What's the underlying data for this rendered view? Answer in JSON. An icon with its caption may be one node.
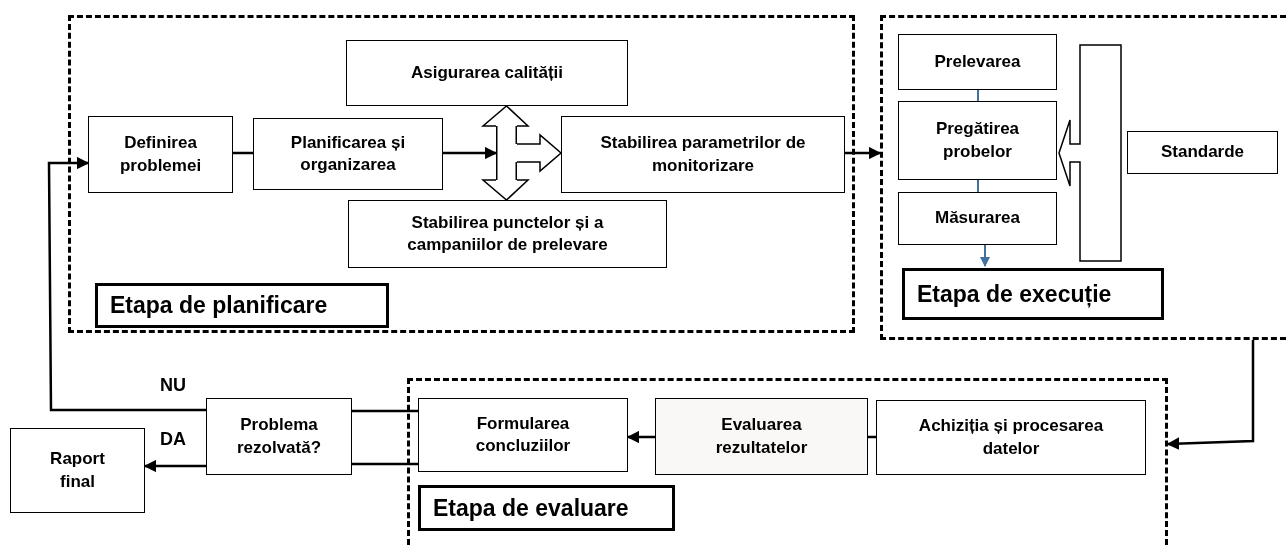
{
  "diagram": {
    "nodes": [
      {
        "text": [
          "Etapa de planificare"
        ]
      },
      {
        "text": [
          "Definirea problemei"
        ],
        "in": 0
      },
      {
        "text": [
          "Planificarea și organizarea"
        ],
        "in": 0
      },
      {
        "text": [
          "Asigurarea calității"
        ],
        "in": 0
      },
      {
        "text": [],
        "shape": "arrow",
        "in": 0
      },
      {
        "text": [
          "Stabilirea parametrilor de monitorizare"
        ],
        "in": 0
      },
      {
        "text": [
          "Stabilirea punctelor și a campaniilor de prelevare"
        ],
        "in": 0
      },
      {
        "text": [
          "Etapa de execuție"
        ]
      },
      {
        "text": [
          "Prelevarea"
        ],
        "in": 7
      },
      {
        "text": [
          "Pregătirea probelor"
        ],
        "in": 7
      },
      {
        "text": [
          "Măsurarea"
        ],
        "in": 7
      },
      {
        "text": [],
        "shape": "arrow",
        "in": 7
      },
      {
        "text": [
          "Standarde"
        ],
        "in": 7
      },
      {
        "text": [
          "Etapa de evaluare"
        ]
      },
      {
        "text": [
          "Formularea concluziilor"
        ],
        "in": 13
      },
      {
        "text": [
          "Evaluarea rezultatelor"
        ],
        "in": 13
      },
      {
        "text": [
          "Achiziția și procesarea datelor"
        ],
        "in": 13
      },
      {
        "text": [
          "Problema rezolvată?"
        ]
      },
      {
        "text": [
          "Raport final"
        ]
      }
    ],
    "edges": [
      {
        "from": 1,
        "to": 2,
        "arrow": "none"
      },
      {
        "from": 2,
        "to": 4,
        "arrow": "to"
      },
      {
        "from": 5,
        "to": 7,
        "arrow": "to"
      },
      {
        "from": 8,
        "to": 9,
        "arrow": "none",
        "color": "#41719c"
      },
      {
        "from": 9,
        "to": 10,
        "arrow": "none",
        "color": "#41719c"
      },
      {
        "from": 10,
        "to": null,
        "arrow": "to",
        "color": "#41719c"
      },
      {
        "from": 7,
        "to": 13,
        "arrow": "to"
      },
      {
        "from": 16,
        "to": 15,
        "arrow": "none"
      },
      {
        "from": 15,
        "to": 14,
        "arrow": "to"
      },
      {
        "from": 14,
        "to": 17,
        "arrow": "none"
      },
      {
        "from": 14,
        "to": 17,
        "arrow": "none"
      },
      {
        "from": 17,
        "to": 18,
        "label": "DA",
        "arrow": "to"
      },
      {
        "from": 17,
        "to": 1,
        "label": "NU",
        "arrow": "to"
      },
      {
        "from": 4,
        "to": 3,
        "arrow": "to",
        "style": "thick"
      },
      {
        "from": 4,
        "to": 5,
        "arrow": "to",
        "style": "thick"
      },
      {
        "from": 4,
        "to": 6,
        "arrow": "to",
        "style": "thick"
      }
    ]
  }
}
